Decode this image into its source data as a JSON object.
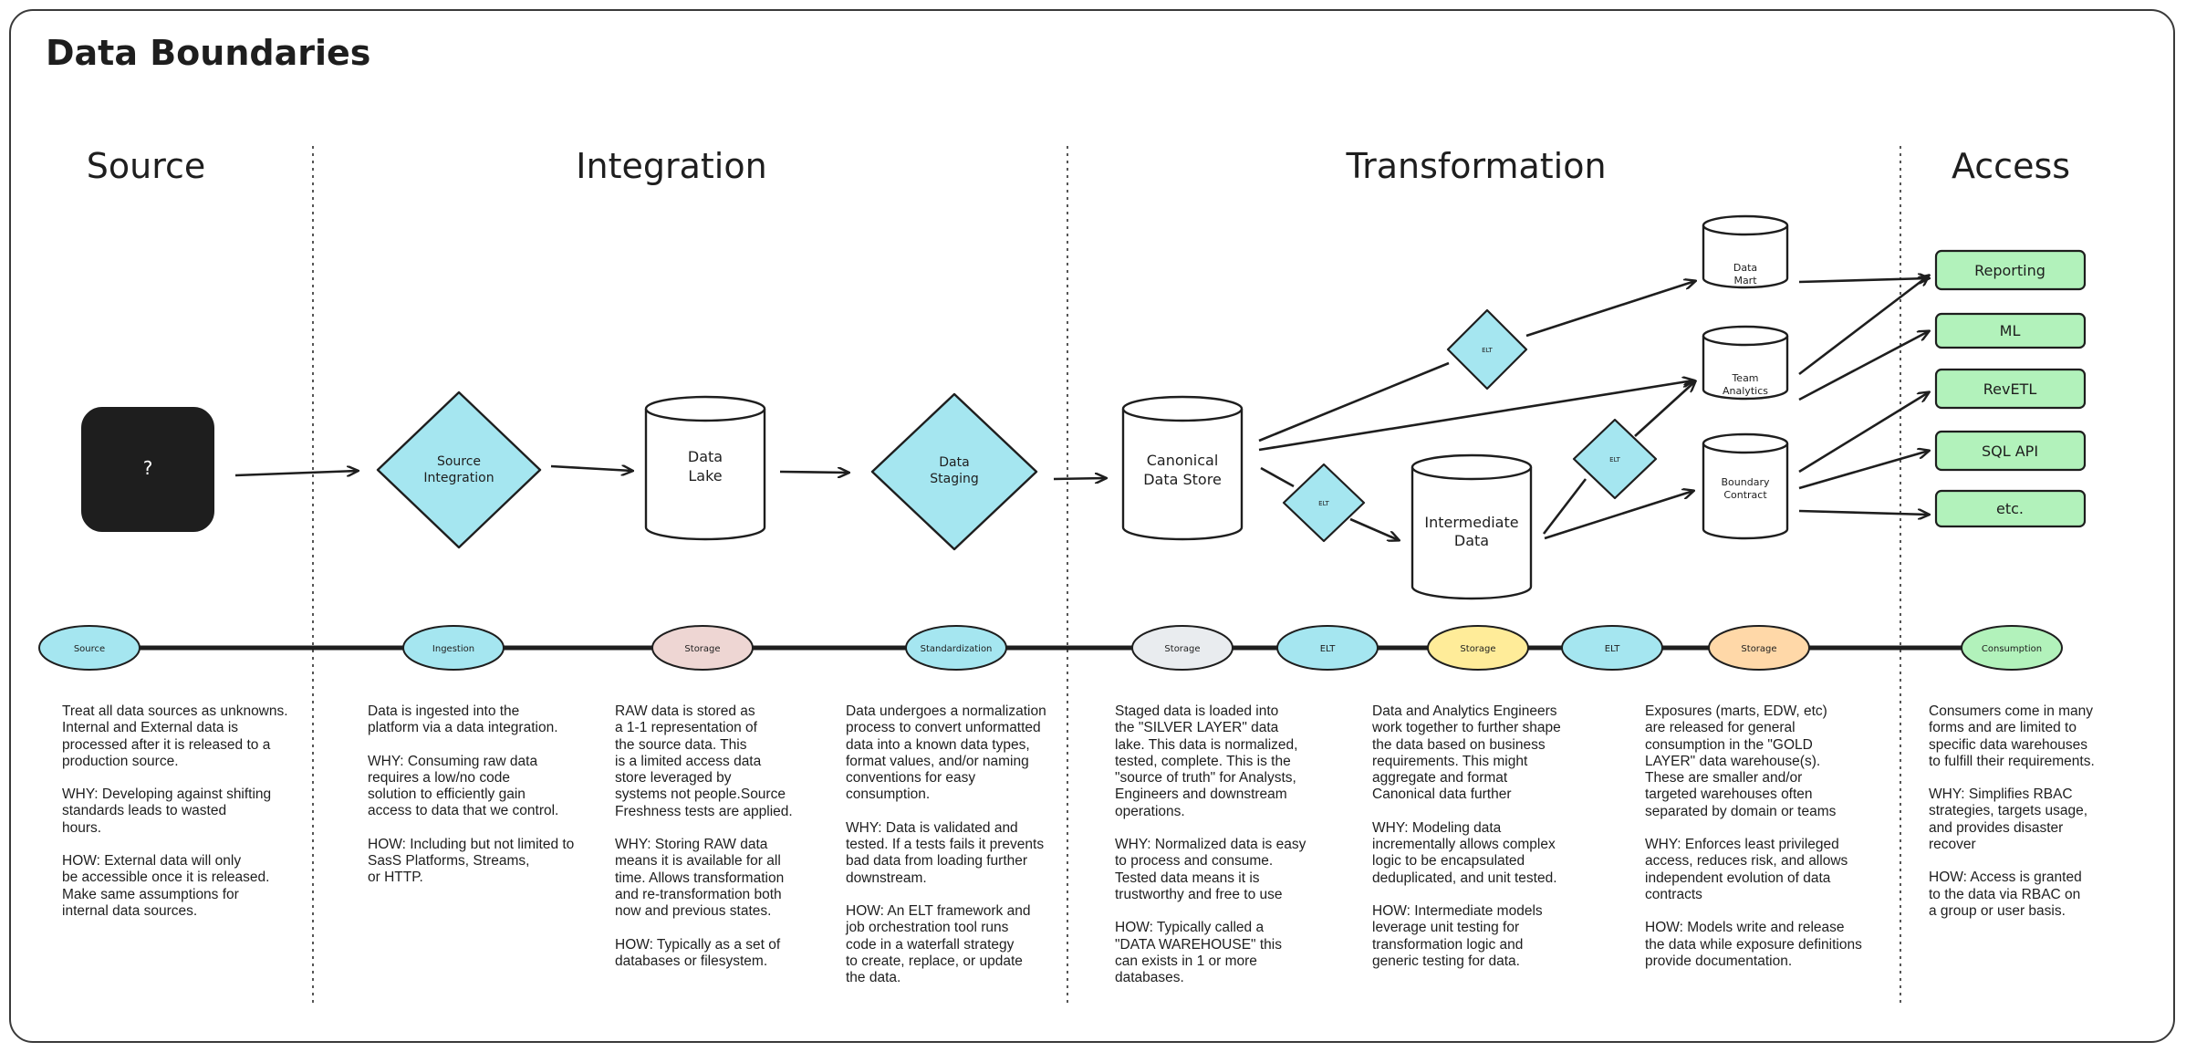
{
  "title": "Data Boundaries",
  "phases": {
    "source": "Source",
    "integration": "Integration",
    "transformation": "Transformation",
    "access": "Access"
  },
  "nodes": {
    "unknown": "?",
    "source_integration": [
      "Source",
      "Integration"
    ],
    "data_lake": [
      "Data",
      "Lake"
    ],
    "data_staging": [
      "Data",
      "Staging"
    ],
    "canonical": [
      "Canonical",
      "Data Store"
    ],
    "intermediate": [
      "Intermediate",
      "Data"
    ],
    "data_mart": [
      "Data",
      "Mart"
    ],
    "team_analytics": [
      "Team",
      "Analytics"
    ],
    "boundary_contract": [
      "Boundary",
      "Contract"
    ],
    "elt_upper": "ELT",
    "elt_lower": "ELT",
    "elt_mid": "ELT"
  },
  "access_items": [
    "Reporting",
    "ML",
    "RevETL",
    "SQL API",
    "etc."
  ],
  "timeline": [
    {
      "label": "Source",
      "color": "#a5e6f0"
    },
    {
      "label": "Ingestion",
      "color": "#a5e6f0"
    },
    {
      "label": "Storage",
      "color": "#eed6d3"
    },
    {
      "label": "Standardization",
      "color": "#a5e6f0"
    },
    {
      "label": "Storage",
      "color": "#e9ecef"
    },
    {
      "label": "ELT",
      "color": "#a5e6f0"
    },
    {
      "label": "Storage",
      "color": "#ffec99"
    },
    {
      "label": "ELT",
      "color": "#a5e6f0"
    },
    {
      "label": "Storage",
      "color": "#ffd8a8"
    },
    {
      "label": "Consumption",
      "color": "#b2f2bb"
    }
  ],
  "descriptions": [
    [
      "Treat all data sources as unknowns.\nInternal and External data is\nprocessed after it is released to a\nproduction source.",
      "WHY: Developing against shifting\nstandards leads to wasted\nhours.",
      "HOW: External data will only\nbe accessible once it is released.\nMake same assumptions for\ninternal data sources."
    ],
    [
      "Data is ingested into the\nplatform via a data integration.",
      "WHY: Consuming raw data\nrequires a low/no code\nsolution to efficiently gain\naccess to data that we control.",
      "HOW: Including but not limited to\nSasS Platforms, Streams,\nor HTTP."
    ],
    [
      "RAW data is stored as\na 1-1 representation of\nthe source data. This\nis a limited access data\nstore leveraged by\nsystems not people.Source\nFreshness tests are applied.",
      "WHY: Storing RAW data\nmeans it is available for all\ntime. Allows transformation\nand re-transformation both\nnow and previous states.",
      "HOW: Typically as a set of\ndatabases or filesystem."
    ],
    [
      "Data undergoes a normalization\nprocess to convert unformatted\ndata into a known data types,\nformat values, and/or naming\nconventions for easy\nconsumption.",
      "WHY: Data is validated and\ntested. If a tests fails it prevents\nbad data from loading further\ndownstream.",
      "HOW: An ELT framework and\njob orchestration tool runs\ncode in a waterfall strategy\nto create, replace, or update\nthe data."
    ],
    [
      "Staged data is loaded into\nthe \"SILVER LAYER\" data\nlake. This data is normalized,\ntested, complete. This is the\n\"source of truth\" for Analysts,\nEngineers and downstream\noperations.",
      "WHY: Normalized data is easy\nto process and consume.\nTested data means it is\ntrustworthy and free to use",
      "HOW: Typically called a\n\"DATA WAREHOUSE\" this\ncan exists in 1 or more\ndatabases."
    ],
    [
      "Data and Analytics Engineers\nwork together to further shape\nthe data based on business\nrequirements. This might\naggregate and format\nCanonical data further",
      "WHY: Modeling data\nincrementally allows complex\nlogic to be encapsulated\ndeduplicated, and unit tested.",
      "HOW: Intermediate models\nleverage unit testing for\ntransformation logic and\ngeneric testing for data."
    ],
    [
      "Exposures (marts, EDW, etc)\nare released for general\nconsumption in the \"GOLD\nLAYER\" data warehouse(s).\nThese are smaller and/or\ntargeted warehouses often\nseparated by domain or teams",
      "WHY: Enforces least privileged\naccess, reduces risk, and allows\nindependent evolution of data\ncontracts",
      "HOW: Models write and release\nthe data while exposure definitions\nprovide documentation."
    ],
    [
      "Consumers come in many\nforms and are limited to\nspecific data warehouses\nto fulfill their requirements.",
      "WHY: Simplifies RBAC\nstrategies, targets usage,\nand provides disaster\nrecover",
      "HOW: Access is granted\nto the data via RBAC on\na group or user basis."
    ]
  ],
  "colors": {
    "cyan": "#a5e6f0",
    "green": "#b2f2bb",
    "black": "#1e1e1e"
  }
}
